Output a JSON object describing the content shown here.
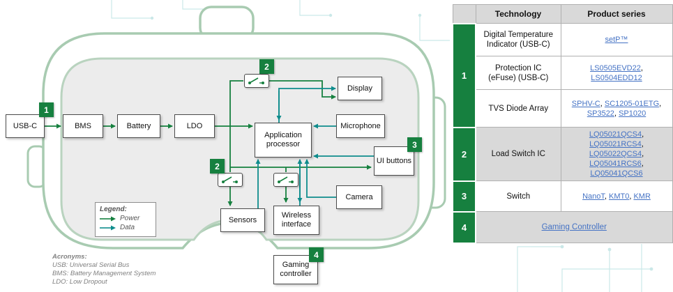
{
  "colors": {
    "accent_green": "#16803f",
    "data_teal": "#0e8c8c",
    "link_blue": "#4472c4",
    "table_header_gray": "#d9d9d9"
  },
  "diagram": {
    "blocks": {
      "usb_c": "USB-C",
      "bms": "BMS",
      "battery": "Battery",
      "ldo": "LDO",
      "app_processor": "Application processor",
      "display": "Display",
      "microphone": "Microphone",
      "ui_buttons": "UI buttons",
      "camera": "Camera",
      "sensors": "Sensors",
      "wireless_interface": "Wireless interface",
      "gaming_controller": "Gaming controller"
    },
    "badges": {
      "one": "1",
      "two_top": "2",
      "two_bottom": "2",
      "three": "3",
      "four": "4"
    },
    "legend": {
      "title": "Legend:",
      "power_label": "Power",
      "data_label": "Data"
    },
    "acronyms": {
      "title": "Acronyms:",
      "line1": "USB: Universal Serial Bus",
      "line2": "BMS: Battery Management System",
      "line3": "LDO: Low Dropout"
    }
  },
  "table": {
    "headers": {
      "technology": "Technology",
      "product_series": "Product series"
    },
    "groups": [
      {
        "number": "1",
        "rows": [
          {
            "technology": "Digital Temperature Indicator (USB-C)",
            "products": [
              "setP™"
            ]
          },
          {
            "technology": "Protection IC (eFuse) (USB-C)",
            "products": [
              "LS0505EVD22",
              "LS0504EDD12"
            ]
          },
          {
            "technology": "TVS Diode Array",
            "products": [
              "SPHV-C",
              "SC1205-01ETG",
              "SP3522",
              "SP1020"
            ]
          }
        ]
      },
      {
        "number": "2",
        "rows": [
          {
            "technology": "Load Switch IC",
            "products": [
              "LQ05021QCS4",
              "LQ05021RCS4",
              "LQ05022QCS4",
              "LQ05041RCS6",
              "LQ05041QCS6"
            ]
          }
        ]
      },
      {
        "number": "3",
        "rows": [
          {
            "technology": "Switch",
            "products": [
              "NanoT",
              "KMT0",
              "KMR"
            ]
          }
        ]
      },
      {
        "number": "4",
        "link_label": "Gaming Controller"
      }
    ]
  }
}
